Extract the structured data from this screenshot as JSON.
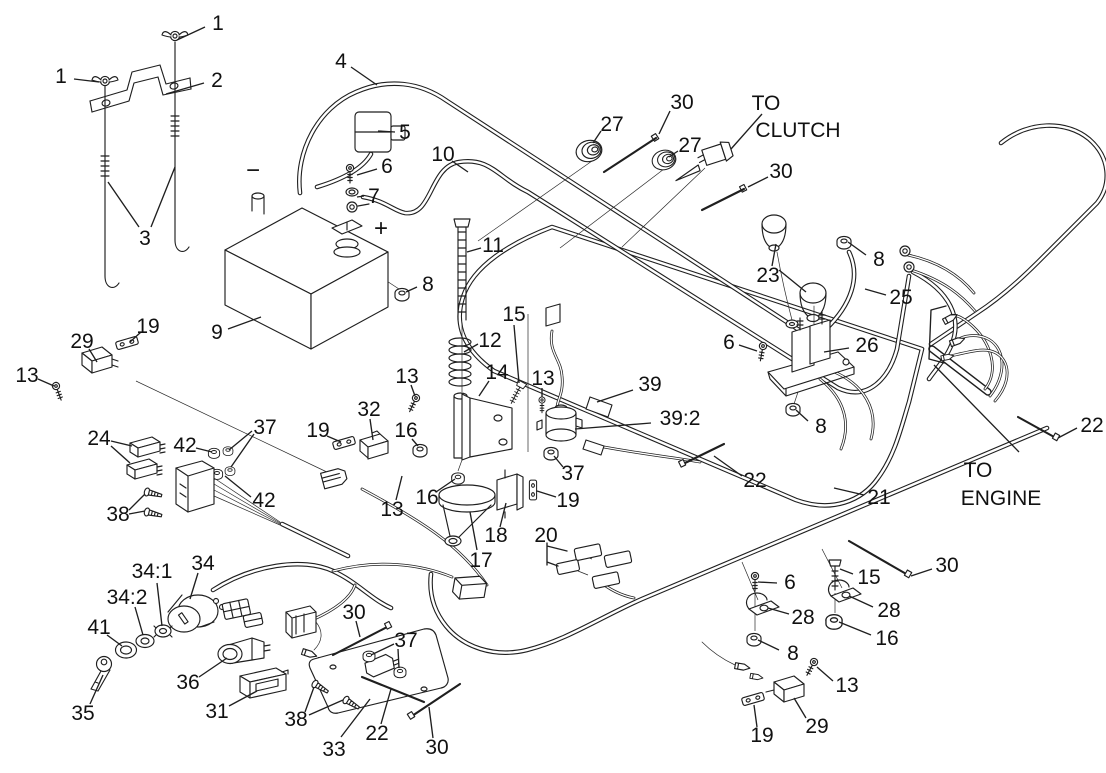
{
  "diagram": {
    "kind": "exploded-parts-diagram",
    "subject": "electrical wiring harness group",
    "background": "#ffffff",
    "line_color": "#1f1f1f"
  },
  "labels": {
    "to_clutch": {
      "line1": "TO",
      "line2": "CLUTCH"
    },
    "to_engine": {
      "line1": "TO",
      "line2": "ENGINE"
    }
  },
  "battery": {
    "negative_sign": "−",
    "positive_sign": "+"
  },
  "callouts": [
    "1",
    "1",
    "2",
    "3",
    "4",
    "5",
    "6",
    "7",
    "8",
    "9",
    "10",
    "11",
    "12",
    "13",
    "29",
    "19",
    "24",
    "42",
    "37",
    "42",
    "38",
    "19",
    "32",
    "13",
    "16",
    "13",
    "16",
    "17",
    "18",
    "19",
    "37",
    "15",
    "13",
    "14",
    "39",
    "39:2",
    "20",
    "21",
    "22",
    "23",
    "25",
    "26",
    "27",
    "27",
    "30",
    "30",
    "8",
    "8",
    "6",
    "34",
    "34:1",
    "34:2",
    "41",
    "35",
    "36",
    "31",
    "38",
    "33",
    "22",
    "30",
    "30",
    "37",
    "6",
    "28",
    "8",
    "15",
    "28",
    "16",
    "13",
    "29",
    "19",
    "30",
    "22"
  ]
}
